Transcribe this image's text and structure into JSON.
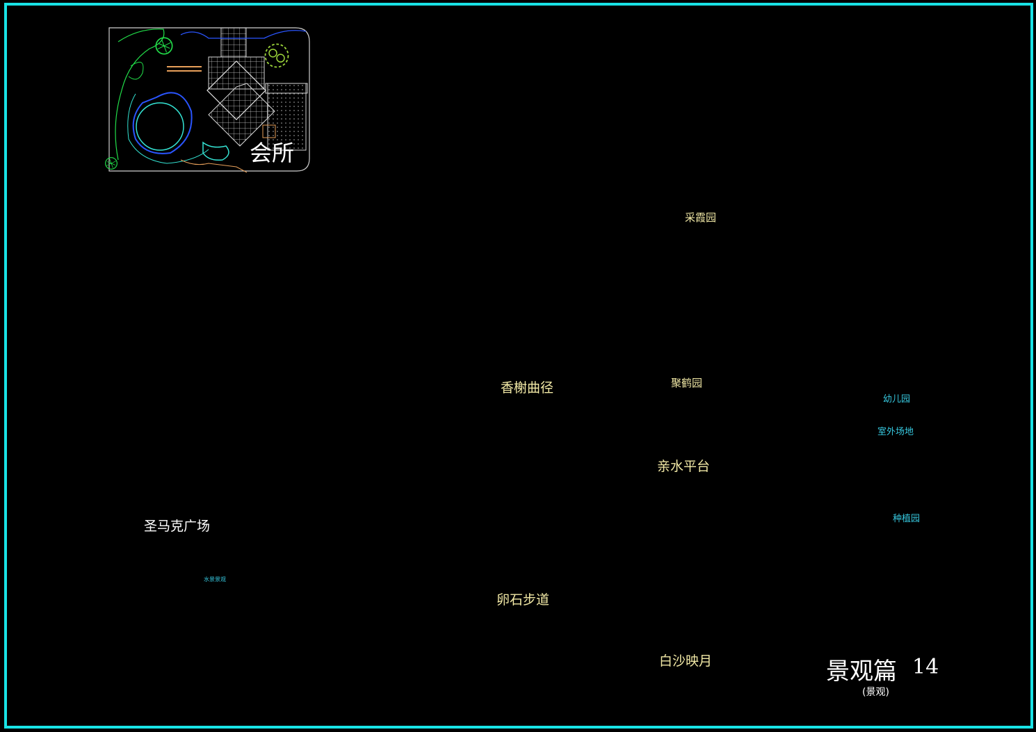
{
  "drawing": {
    "title": "景观篇",
    "number": "14",
    "subtitle": "(景观)"
  },
  "labels": {
    "clubhouse": "会所",
    "fragrant_path": "香榭曲径",
    "caixia_garden": "采霞园",
    "crane_garden": "聚鹤园",
    "waterfront_platform": "亲水平台",
    "pebble_path": "卵石步道",
    "white_sand_moon": "白沙映月",
    "san_marco_square": "圣马克广场",
    "water_feature": "水景景观",
    "kindergarten": "幼儿园",
    "outdoor_play": "室外场地",
    "planting_garden": "种植园"
  },
  "colors": {
    "frame": "#19e3e6",
    "background": "#000000",
    "plant": "#22e04a",
    "water": "#2a55ff",
    "paving": "#dcdcdc",
    "structure": "#ff3cff",
    "path": "#e8a05a",
    "label": "#f2e9a6"
  }
}
